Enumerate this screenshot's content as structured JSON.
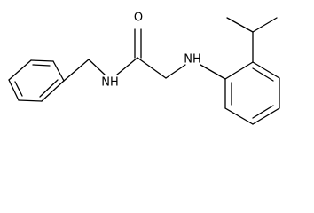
{
  "molecule": {
    "atom_labels": {
      "carbonyl_oxygen": "O",
      "amide_nitrogen": "NH",
      "amine_nitrogen": "NH"
    }
  }
}
